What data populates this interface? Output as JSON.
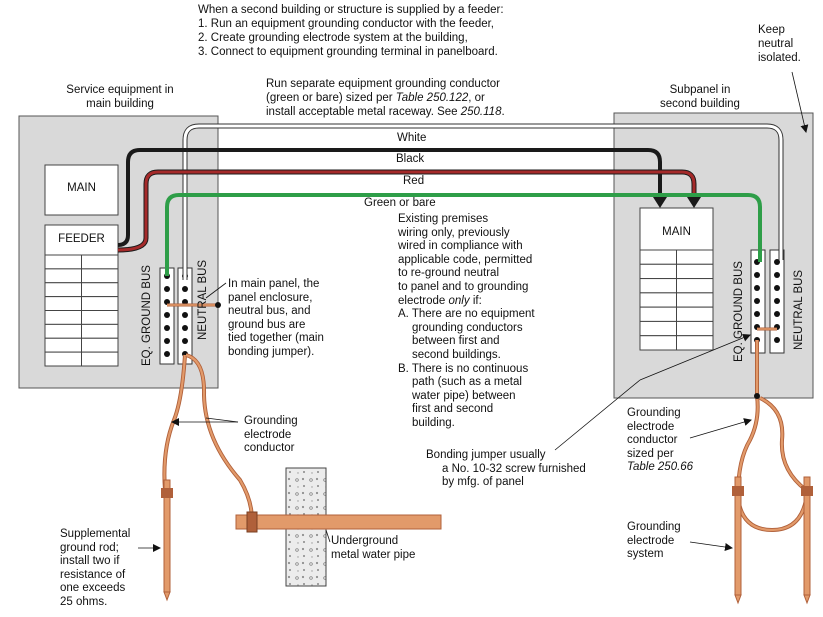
{
  "intro": {
    "title": "When a second building or structure is supplied by a feeder:",
    "steps": [
      "1. Run an equipment grounding conductor with the feeder,",
      "2. Create grounding electrode system at the building,",
      "3. Connect to equipment grounding terminal in panelboard."
    ]
  },
  "main_building": {
    "caption_line1": "Service equipment in",
    "caption_line2": "main building",
    "main_label": "MAIN",
    "feeder_label": "FEEDER",
    "ground_bus_label": "EQ. GROUND BUS",
    "neutral_bus_label": "NEUTRAL BUS"
  },
  "subpanel": {
    "caption_line1": "Subpanel in",
    "caption_line2": "second building",
    "main_label": "MAIN",
    "ground_bus_label": "EQ. GROUND BUS",
    "neutral_bus_label": "NEUTRAL BUS"
  },
  "egc_note": {
    "line1": "Run separate equipment grounding conductor",
    "line2a": "(green or bare) sized per ",
    "line2b": "Table 250.122",
    "line2c": ", or",
    "line3a": "install acceptable metal raceway. See ",
    "line3b": "250.118",
    "line3c": "."
  },
  "wires": {
    "white": "White",
    "black": "Black",
    "red": "Red",
    "green": "Green or bare"
  },
  "keep_neutral": [
    "Keep",
    "neutral",
    "isolated."
  ],
  "main_panel_note": [
    "In main panel, the",
    "panel enclosure,",
    "neutral bus, and",
    "ground bus are",
    "tied together (main",
    "bonding jumper)."
  ],
  "existing_note": {
    "lines": [
      "Existing premises",
      "wiring only, previously",
      "wired in compliance with",
      "applicable code, permitted",
      "to re-ground neutral",
      "to panel and to grounding"
    ],
    "last_a": "electrode ",
    "last_b": "only",
    "last_c": " if:",
    "item_a": [
      "A. There are no equipment",
      "grounding conductors",
      "between first and",
      "second buildings."
    ],
    "item_b": [
      "B. There is no continuous",
      "path (such as a metal",
      "water pipe) between",
      "first and second",
      "building."
    ]
  },
  "bonding_jumper": [
    "Bonding jumper usually",
    "a No. 10-32 screw furnished",
    "by mfg. of panel"
  ],
  "gec_left": [
    "Grounding",
    "electrode",
    "conductor"
  ],
  "gec_right": {
    "lines": [
      "Grounding",
      "electrode",
      "conductor",
      "sized per"
    ],
    "table_ref": "Table 250.66"
  },
  "supplemental_rod": [
    "Supplemental",
    "ground rod;",
    "install two if",
    "resistance of",
    "one exceeds",
    "25 ohms."
  ],
  "water_pipe": [
    "Underground",
    "metal water pipe"
  ],
  "electrode_system": [
    "Grounding",
    "electrode",
    "system"
  ],
  "colors": {
    "panel_fill": "#d9d9d9",
    "white_wire": "#ffffff",
    "black_wire": "#1a1a1a",
    "red_wire": "#a52a2a",
    "green_wire": "#2e9e48",
    "copper": "#e29a6a",
    "copper_dark": "#b0603a",
    "concrete": "#e8e8e8"
  }
}
